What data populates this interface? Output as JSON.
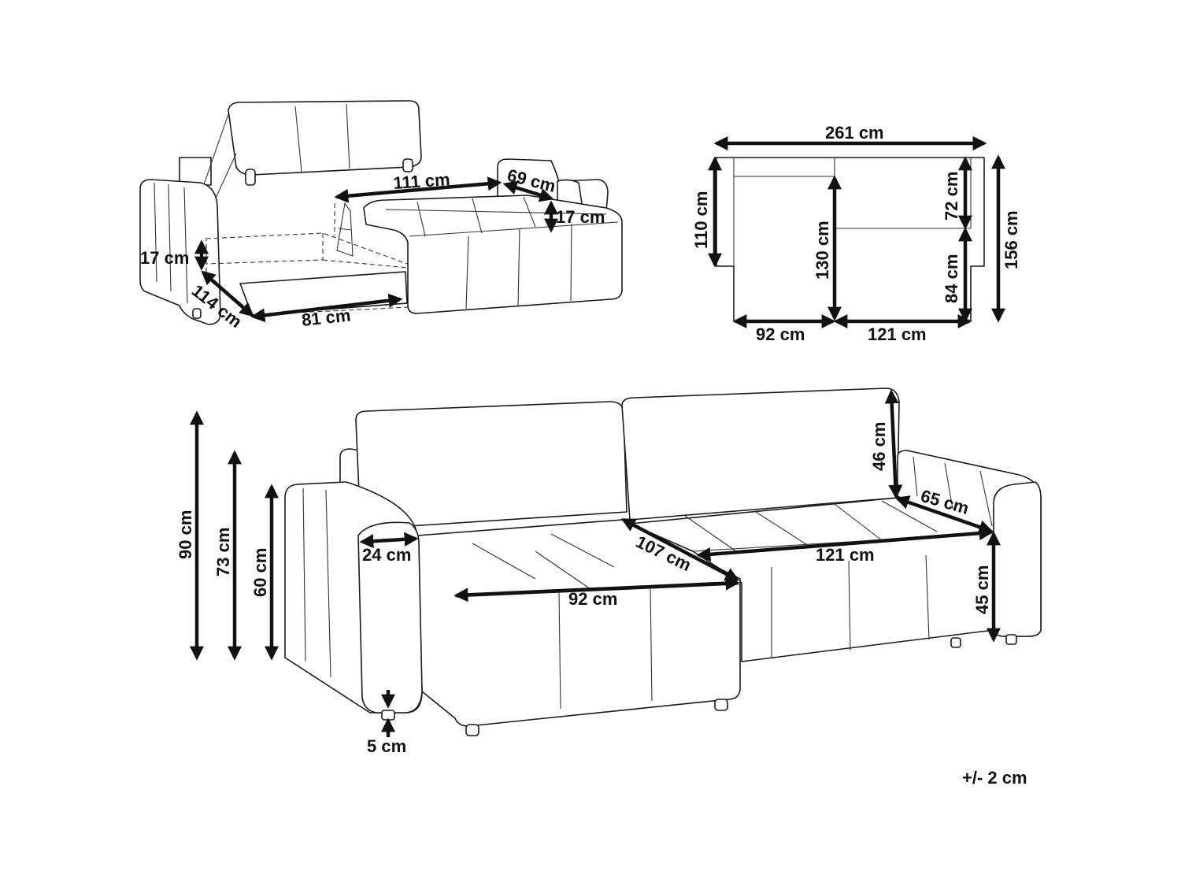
{
  "colors": {
    "line": "#1a1a1a",
    "dimension": "#111111",
    "background": "#ffffff"
  },
  "views": {
    "storage_view": {
      "dims": {
        "top_width": "111 cm",
        "top_depth": "69 cm",
        "cushion_height": "17 cm",
        "storage_height": "17 cm",
        "storage_depth": "114 cm",
        "storage_width": "81 cm"
      }
    },
    "top_view": {
      "dims": {
        "total_width": "261 cm",
        "left_depth": "110 cm",
        "chaise_depth": "130 cm",
        "back_depth": "72 cm",
        "seat_depth": "84 cm",
        "total_depth": "156 cm",
        "chaise_width": "92 cm",
        "seat_width": "121 cm"
      }
    },
    "front_view": {
      "dims": {
        "total_height": "90 cm",
        "back_height": "73 cm",
        "arm_height": "60 cm",
        "cushion_back_height": "46 cm",
        "arm_depth": "65 cm",
        "arm_width": "24 cm",
        "chaise_length": "107 cm",
        "seat_width": "121 cm",
        "chaise_width": "92 cm",
        "seat_height": "45 cm",
        "leg_height": "5 cm"
      }
    }
  },
  "tolerance": "+/- 2 cm"
}
